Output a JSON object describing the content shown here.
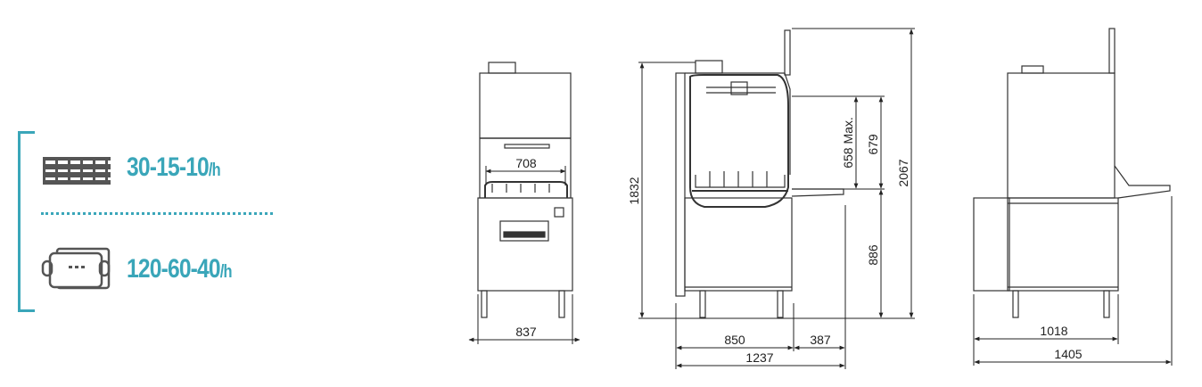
{
  "capacity": {
    "racks": {
      "value": "30-15-10",
      "unit": "/h",
      "icon": "dish-rack-icon"
    },
    "trays": {
      "value": "120-60-40",
      "unit": "/h",
      "icon": "tray-icon"
    }
  },
  "dimensions": {
    "front_width": "837",
    "front_rack_width": "708",
    "side_height_closed": "1832",
    "side_clearance": "658 Max.",
    "side_hood_travel": "679",
    "side_height_open": "2067",
    "side_table_height": "886",
    "side_depth": "850",
    "side_table_ext": "387",
    "side_total_depth": "1237",
    "rear_base_depth": "1018",
    "rear_total_depth": "1405"
  },
  "colors": {
    "accent": "#3aa6b9",
    "line": "#333333",
    "icon": "#555555"
  }
}
